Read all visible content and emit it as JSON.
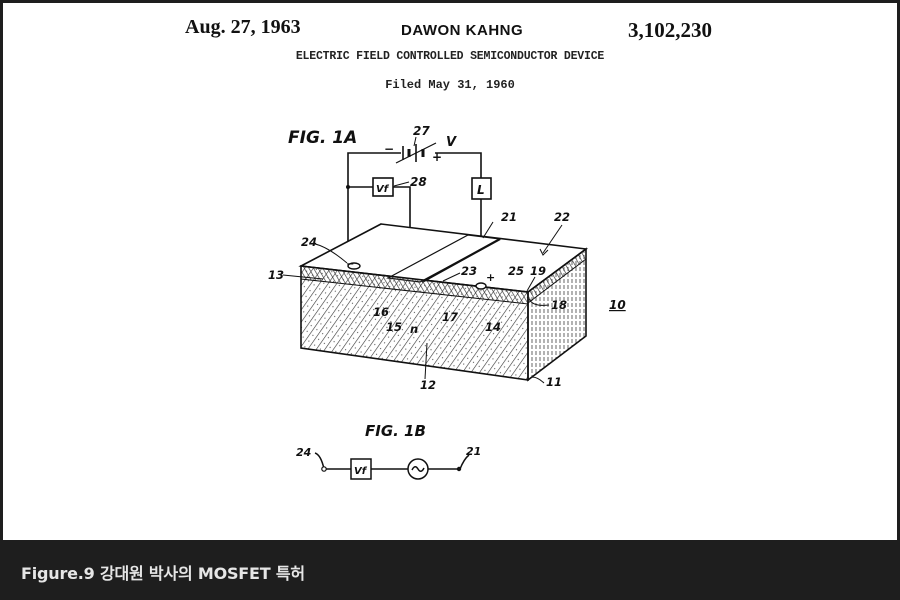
{
  "patent": {
    "date": "Aug. 27, 1963",
    "inventor": "DAWON KAHNG",
    "number": "3,102,230",
    "title": "ELECTRIC FIELD CONTROLLED SEMICONDUCTOR DEVICE",
    "filed": "Filed May 31, 1960"
  },
  "figure_1a": {
    "label": "FIG. 1A",
    "voltage_label": "V",
    "vf_box": "Vf",
    "load_box": "L",
    "minus": "−",
    "plus": "+",
    "reference_numerals": [
      "27",
      "28",
      "21",
      "22",
      "24",
      "13",
      "23",
      "25",
      "19",
      "18",
      "10",
      "16",
      "15",
      "n",
      "17",
      "14",
      "12",
      "11"
    ]
  },
  "figure_1b": {
    "label": "FIG. 1B",
    "left_terminal": "24",
    "right_terminal": "21",
    "vf_box": "Vf",
    "source_symbol": "~"
  },
  "caption": {
    "text": "Figure.9  강대원 박사의 MOSFET 특허"
  }
}
